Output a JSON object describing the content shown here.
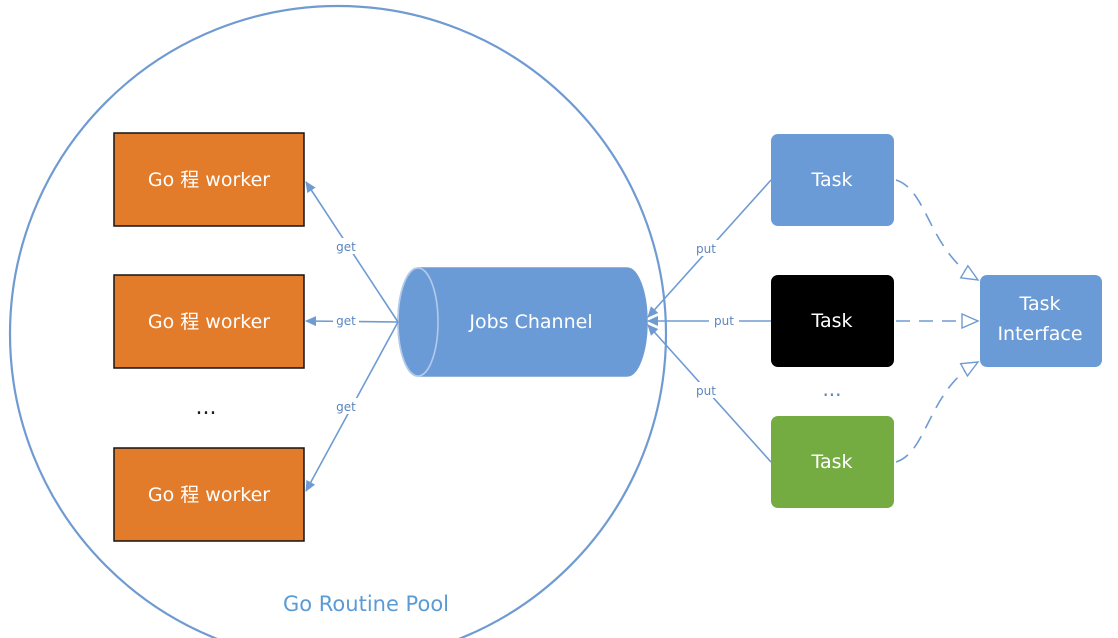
{
  "colors": {
    "worker_fill": "#e27c2b",
    "worker_stroke": "#141414",
    "task_blue": "#6b9bd6",
    "task_black": "#000000",
    "task_green": "#74ac41",
    "channel_fill": "#6b9bd6",
    "edge": "#6f9bd2",
    "pool_border": "#6f9bd2",
    "pool_label": "#5b9bd5"
  },
  "pool": {
    "label": "Go Routine Pool"
  },
  "workers": [
    {
      "label": "Go 程 worker"
    },
    {
      "label": "Go 程 worker"
    },
    {
      "label": "Go 程 worker"
    }
  ],
  "workers_ellipsis": "...",
  "channel": {
    "label": "Jobs Channel"
  },
  "tasks": [
    {
      "label": "Task",
      "color": "#6b9bd6"
    },
    {
      "label": "Task",
      "color": "#000000"
    },
    {
      "label": "Task",
      "color": "#74ac41"
    }
  ],
  "tasks_ellipsis": "...",
  "interface": {
    "line1": "Task",
    "line2": "Interface"
  },
  "edges": {
    "get": "get",
    "put": "put"
  }
}
